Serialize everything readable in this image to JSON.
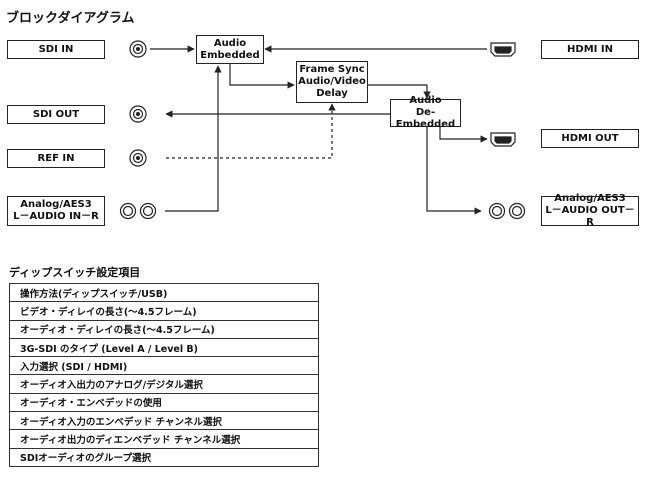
{
  "diagram": {
    "title": "ブロックダイアグラム",
    "blocks": {
      "sdi_in": "SDI IN",
      "sdi_out": "SDI OUT",
      "ref_in": "REF IN",
      "analog_in": [
        "Analog/AES3",
        "L－AUDIO IN－R"
      ],
      "audio_embedded": [
        "Audio",
        "Embedded"
      ],
      "frame_sync": [
        "Frame Sync",
        "Audio/Video",
        "Delay"
      ],
      "audio_deembedded": [
        "Audio",
        "De-Embedded"
      ],
      "hdmi_in": "HDMI IN",
      "hdmi_out": "HDMI OUT",
      "analog_out": [
        "Analog/AES3",
        "L－AUDIO OUT－R"
      ]
    },
    "icons": [
      "bnc-connector-icon",
      "hdmi-connector-icon",
      "rca-connector-icon"
    ]
  },
  "settings": {
    "title": "ディップスイッチ設定項目",
    "items": [
      "操作方法(ディップスイッチ/USB)",
      "ビデオ・ディレイの長さ(～4.5フレーム)",
      "オーディオ・ディレイの長さ(～4.5フレーム)",
      "3G-SDI のタイプ (Level A / Level B)",
      "入力選択 (SDI / HDMI)",
      "オーディオ入出力のアナログ/デジタル選択",
      "オーディオ・エンベデッドの使用",
      "オーディオ入力のエンベデッド チャンネル選択",
      "オーディオ出力のディエンベデッド チャンネル選択",
      "SDIオーディオのグループ選択"
    ]
  }
}
